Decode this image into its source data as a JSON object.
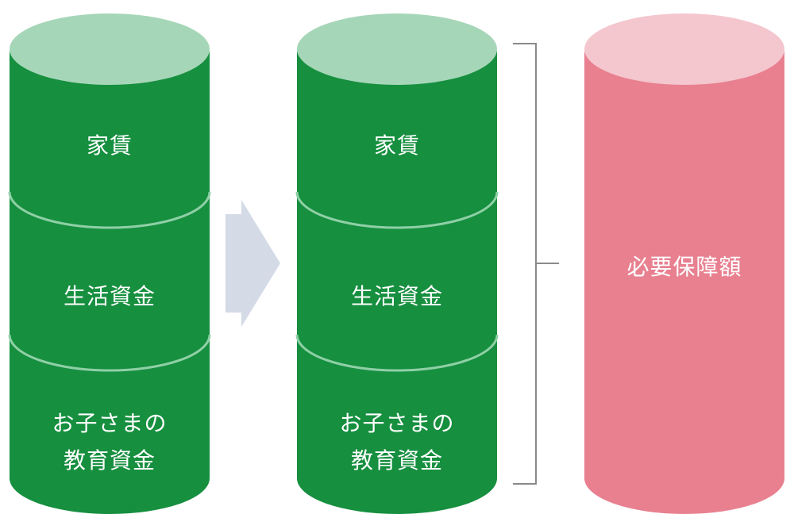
{
  "colors": {
    "cylinder_body": "#168f3f",
    "cylinder_top": "#a6d6b8",
    "segment_line": "#8fd0a6",
    "arrow": "#d4dbe7",
    "bracket": "#8a8a8a",
    "result_body": "#e88090",
    "result_top": "#f4c6cd",
    "label_text": "#ffffff"
  },
  "left_cylinder": {
    "segments": [
      {
        "label": "家賃"
      },
      {
        "label": "生活資金"
      },
      {
        "label_line1": "お子さまの",
        "label_line2": "教育資金"
      }
    ]
  },
  "middle_cylinder": {
    "segments": [
      {
        "label": "家賃"
      },
      {
        "label": "生活資金"
      },
      {
        "label_line1": "お子さまの",
        "label_line2": "教育資金"
      }
    ]
  },
  "arrow": {
    "icon": "right-chevron-arrow-icon"
  },
  "bracket": {
    "icon": "right-bracket-icon"
  },
  "result_cylinder": {
    "label": "必要保障額"
  }
}
